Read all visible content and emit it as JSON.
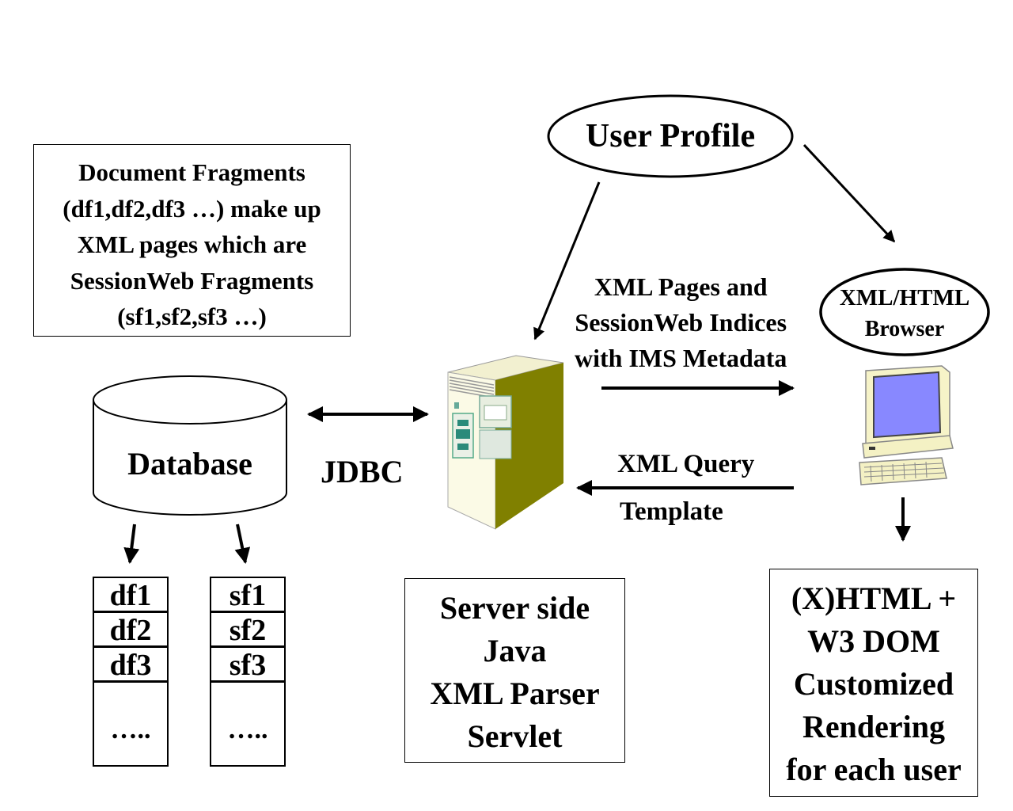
{
  "doc_note": {
    "lines": [
      "Document Fragments",
      "(df1,df2,df3 …) make up",
      "XML pages which are",
      "SessionWeb Fragments",
      "(sf1,sf2,sf3 …)"
    ]
  },
  "database": {
    "label": "Database"
  },
  "jdbc": {
    "label": "JDBC"
  },
  "fragments": {
    "df": [
      "df1",
      "df2",
      "df3"
    ],
    "df_more": "…..",
    "sf": [
      "sf1",
      "sf2",
      "sf3"
    ],
    "sf_more": "….."
  },
  "server_note": {
    "lines": [
      "Server side",
      "Java",
      "XML Parser",
      "Servlet"
    ]
  },
  "user_profile": {
    "label": "User Profile"
  },
  "browser": {
    "line1": "XML/HTML",
    "line2": "Browser"
  },
  "xml_pages": {
    "lines": [
      "XML Pages and",
      "SessionWeb Indices",
      "with IMS Metadata"
    ]
  },
  "xml_query": {
    "line1": "XML Query",
    "line2": "Template"
  },
  "output_note": {
    "lines": [
      "(X)HTML +",
      "W3 DOM",
      "Customized",
      "Rendering",
      "for each user"
    ]
  },
  "icons": {
    "server": "server-tower-icon",
    "computer": "desktop-computer-icon"
  }
}
